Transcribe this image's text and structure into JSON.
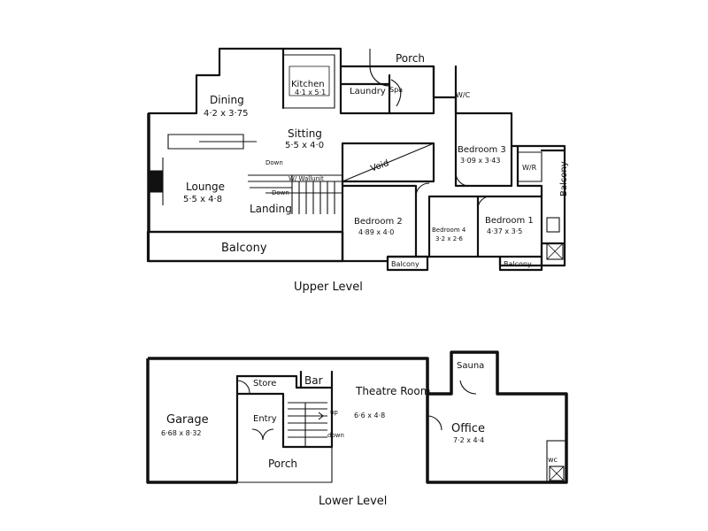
{
  "upper": {
    "title": "Upper Level",
    "rooms": {
      "dining": {
        "name": "Dining",
        "size": "4·2 x 3·75"
      },
      "kitchen": {
        "name": "Kitchen",
        "size": "4·1 x 5·1"
      },
      "sitting": {
        "name": "Sitting",
        "size": "5·5 x 4·0"
      },
      "lounge": {
        "name": "Lounge",
        "size": "5·5 x 4·8"
      },
      "bedroom3": {
        "name": "Bedroom 3",
        "size": "3·09 x 3·43"
      },
      "bedroom2": {
        "name": "Bedroom 2",
        "size": "4·89 x 4·0"
      },
      "bedroom4": {
        "name": "Bedroom 4",
        "size": "3·2 x 2·6"
      },
      "bedroom1": {
        "name": "Bedroom 1",
        "size": "4·37 x 3·5"
      }
    },
    "labels": {
      "porch": "Porch",
      "laundry": "Laundry",
      "spa": "Spa",
      "wc": "W/C",
      "void": "Void",
      "wr": "W/R",
      "balcony_right": "Balcony",
      "down": "Down",
      "wall_unit": "W/ Wallunit",
      "down2": "Down",
      "landing": "Landing",
      "balcony_main": "Balcony",
      "balcony_b2": "Balcony",
      "balcony_b1": "Balcony"
    }
  },
  "lower": {
    "title": "Lower Level",
    "rooms": {
      "garage": {
        "name": "Garage",
        "size": "6·68 x 8·32"
      },
      "theatre": {
        "name": "Theatre Room",
        "size": "6·6 x 4·8"
      },
      "office": {
        "name": "Office",
        "size": "7·2 x 4·4"
      }
    },
    "labels": {
      "store": "Store",
      "bar": "Bar",
      "entry": "Entry",
      "up": "up",
      "down": "down",
      "porch": "Porch",
      "sauna": "Sauna",
      "wc": "wc"
    }
  }
}
